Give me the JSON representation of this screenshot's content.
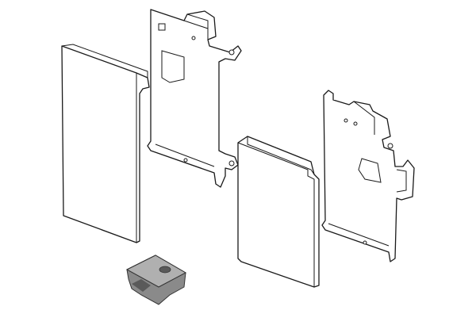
{
  "drawing": {
    "colors": {
      "line": "#1a1a1a",
      "background": "#ffffff",
      "clip_fill": "#8a8a8a",
      "clip_shadow": "#5a5a5a"
    },
    "parts": [
      {
        "id": "left-front-cover"
      },
      {
        "id": "left-mounting-bracket"
      },
      {
        "id": "right-front-cover"
      },
      {
        "id": "right-mounting-bracket"
      },
      {
        "id": "fixing-clip"
      }
    ]
  }
}
